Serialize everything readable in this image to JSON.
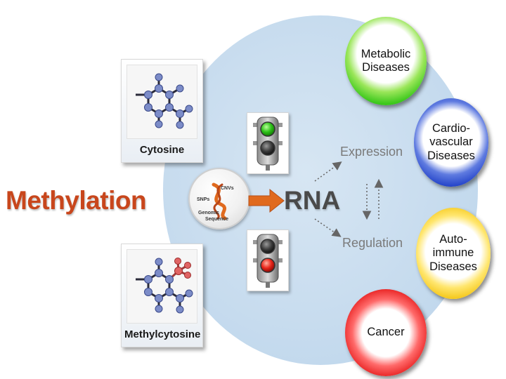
{
  "title": "Methylation",
  "molecules": {
    "cytosine": "Cytosine",
    "methylcytosine": "Methylcytosine"
  },
  "genome_badge": {
    "cnvs": "CNVs",
    "snps": "SNPs",
    "genomic": "Genomic",
    "sequence": "Sequence"
  },
  "rna": "RNA",
  "flow": {
    "expression": "Expression",
    "regulation": "Regulation"
  },
  "diseases": {
    "metabolic": [
      "Metabolic",
      "Diseases"
    ],
    "cardio": [
      "Cardio-",
      "vascular",
      "Diseases"
    ],
    "auto": [
      "Auto-",
      "immune",
      "Diseases"
    ],
    "cancer": [
      "Cancer"
    ]
  },
  "colors": {
    "title": "#c8461c",
    "arrow": "#e06a1e",
    "metabolic": "#3cc81c",
    "cardio": "#2141c8",
    "auto": "#f4c514",
    "cancer": "#e41616",
    "background_circle": "#c6dbee"
  },
  "icons": {
    "green_light": "traffic-light-green-icon",
    "red_light": "traffic-light-red-icon",
    "dna": "dna-icon"
  }
}
